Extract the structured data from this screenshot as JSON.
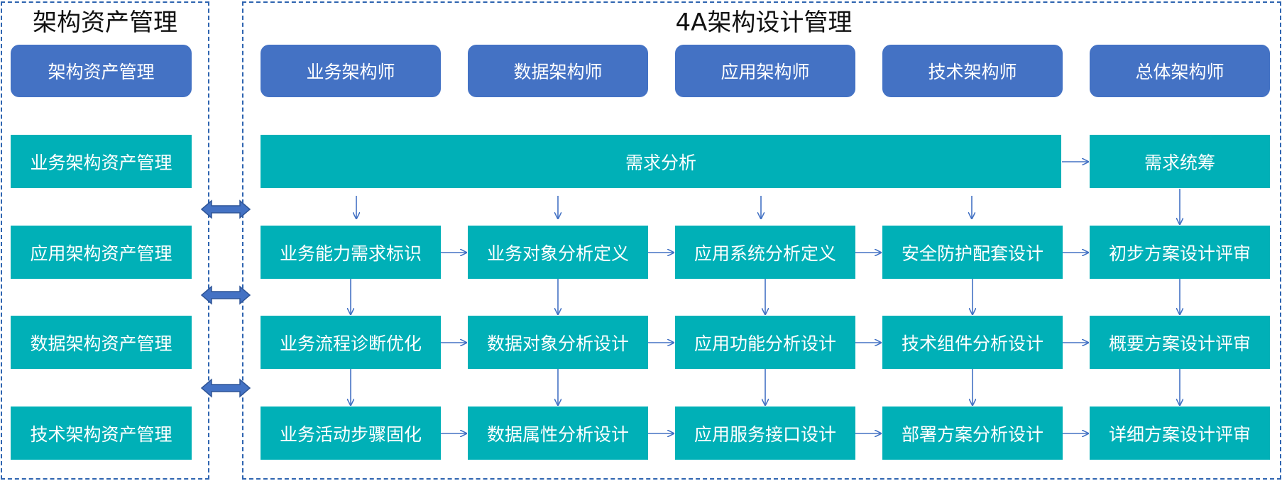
{
  "left_panel": {
    "title": "架构资产管理",
    "header": "架构资产管理",
    "items": [
      "业务架构资产管理",
      "应用架构资产管理",
      "数据架构资产管理",
      "技术架构资产管理"
    ]
  },
  "right_panel": {
    "title": "4A架构设计管理",
    "roles": [
      "业务架构师",
      "数据架构师",
      "应用架构师",
      "技术架构师",
      "总体架构师"
    ],
    "requirement": {
      "analysis": "需求分析",
      "coordination": "需求统筹"
    },
    "grid": [
      [
        "业务能力需求标识",
        "业务对象分析定义",
        "应用系统分析定义",
        "安全防护配套设计",
        "初步方案设计评审"
      ],
      [
        "业务流程诊断优化",
        "数据对象分析设计",
        "应用功能分析设计",
        "技术组件分析设计",
        "概要方案设计评审"
      ],
      [
        "业务活动步骤固化",
        "数据属性分析设计",
        "应用服务接口设计",
        "部署方案分析设计",
        "详细方案设计评审"
      ]
    ]
  },
  "colors": {
    "role_blue": "#4472c4",
    "process_teal": "#00b0b7",
    "arrow_blue": "#4472c4",
    "panel_border": "#2e64b0"
  }
}
